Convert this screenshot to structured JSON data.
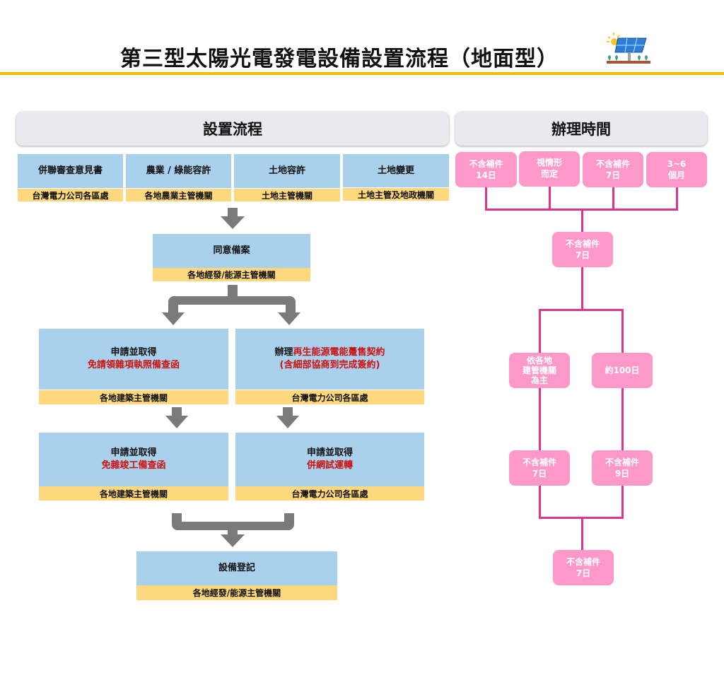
{
  "header": {
    "title": "第三型太陽光電發電設備設置流程（地面型）",
    "icon": "solar-panel-icon"
  },
  "colors": {
    "accent_rule": "#f6bc00",
    "step_box": "#a9d1ec",
    "agency_box": "#fed87c",
    "highlight_text": "#cc1111",
    "time_box": "#fc99c8",
    "time_line": "#e0358f",
    "arrow": "#7a7a7a"
  },
  "sections": {
    "process": "設置流程",
    "timeline": "辦理時間"
  },
  "process": {
    "stage1": [
      {
        "step": "併聯審查意見書",
        "agency": "台灣電力公司各區處"
      },
      {
        "step": "農業 / 綠能容許",
        "agency": "各地農業主管機關"
      },
      {
        "step": "土地容許",
        "agency": "土地主管機關"
      },
      {
        "step": "土地變更",
        "agency": "土地主管及地政機關"
      }
    ],
    "stage2": {
      "step": "同意備案",
      "agency": "各地經發/能源主管機關"
    },
    "stage3_left": {
      "line1": "申請並取得",
      "line2_red": "免請領雜項執照備查函",
      "agency": "各地建築主管機關"
    },
    "stage3_right": {
      "line1_prefix": "辦理",
      "line1_red": "再生能源電能躉售契約",
      "line2_red": "(含細部協商到完成簽約)",
      "agency": "台灣電力公司各區處"
    },
    "stage4_left": {
      "line1": "申請並取得",
      "line2_red": "免雜竣工備查函",
      "agency": "各地建築主管機關"
    },
    "stage4_right": {
      "line1": "申請並取得",
      "line2_red": "併網試運轉",
      "agency": "台灣電力公司各區處"
    },
    "stage5": {
      "step": "設備登記",
      "agency": "各地經發/能源主管機關"
    }
  },
  "timeline": {
    "stage1": [
      {
        "line1": "不含補件",
        "line2": "14日"
      },
      {
        "line1": "視情形",
        "line2": "而定"
      },
      {
        "line1": "不含補件",
        "line2": "7日"
      },
      {
        "line1": "3~6",
        "line2": "個月"
      }
    ],
    "stage2": {
      "line1": "不含補件",
      "line2": "7日"
    },
    "stage3_left": {
      "line1": "依各地",
      "line2": "建管機關",
      "line3": "為主"
    },
    "stage3_right": {
      "line1": "約100日"
    },
    "stage4_left": {
      "line1": "不含補件",
      "line2": "7日"
    },
    "stage4_right": {
      "line1": "不含補件",
      "line2": "9日"
    },
    "stage5": {
      "line1": "不含補件",
      "line2": "7日"
    }
  }
}
